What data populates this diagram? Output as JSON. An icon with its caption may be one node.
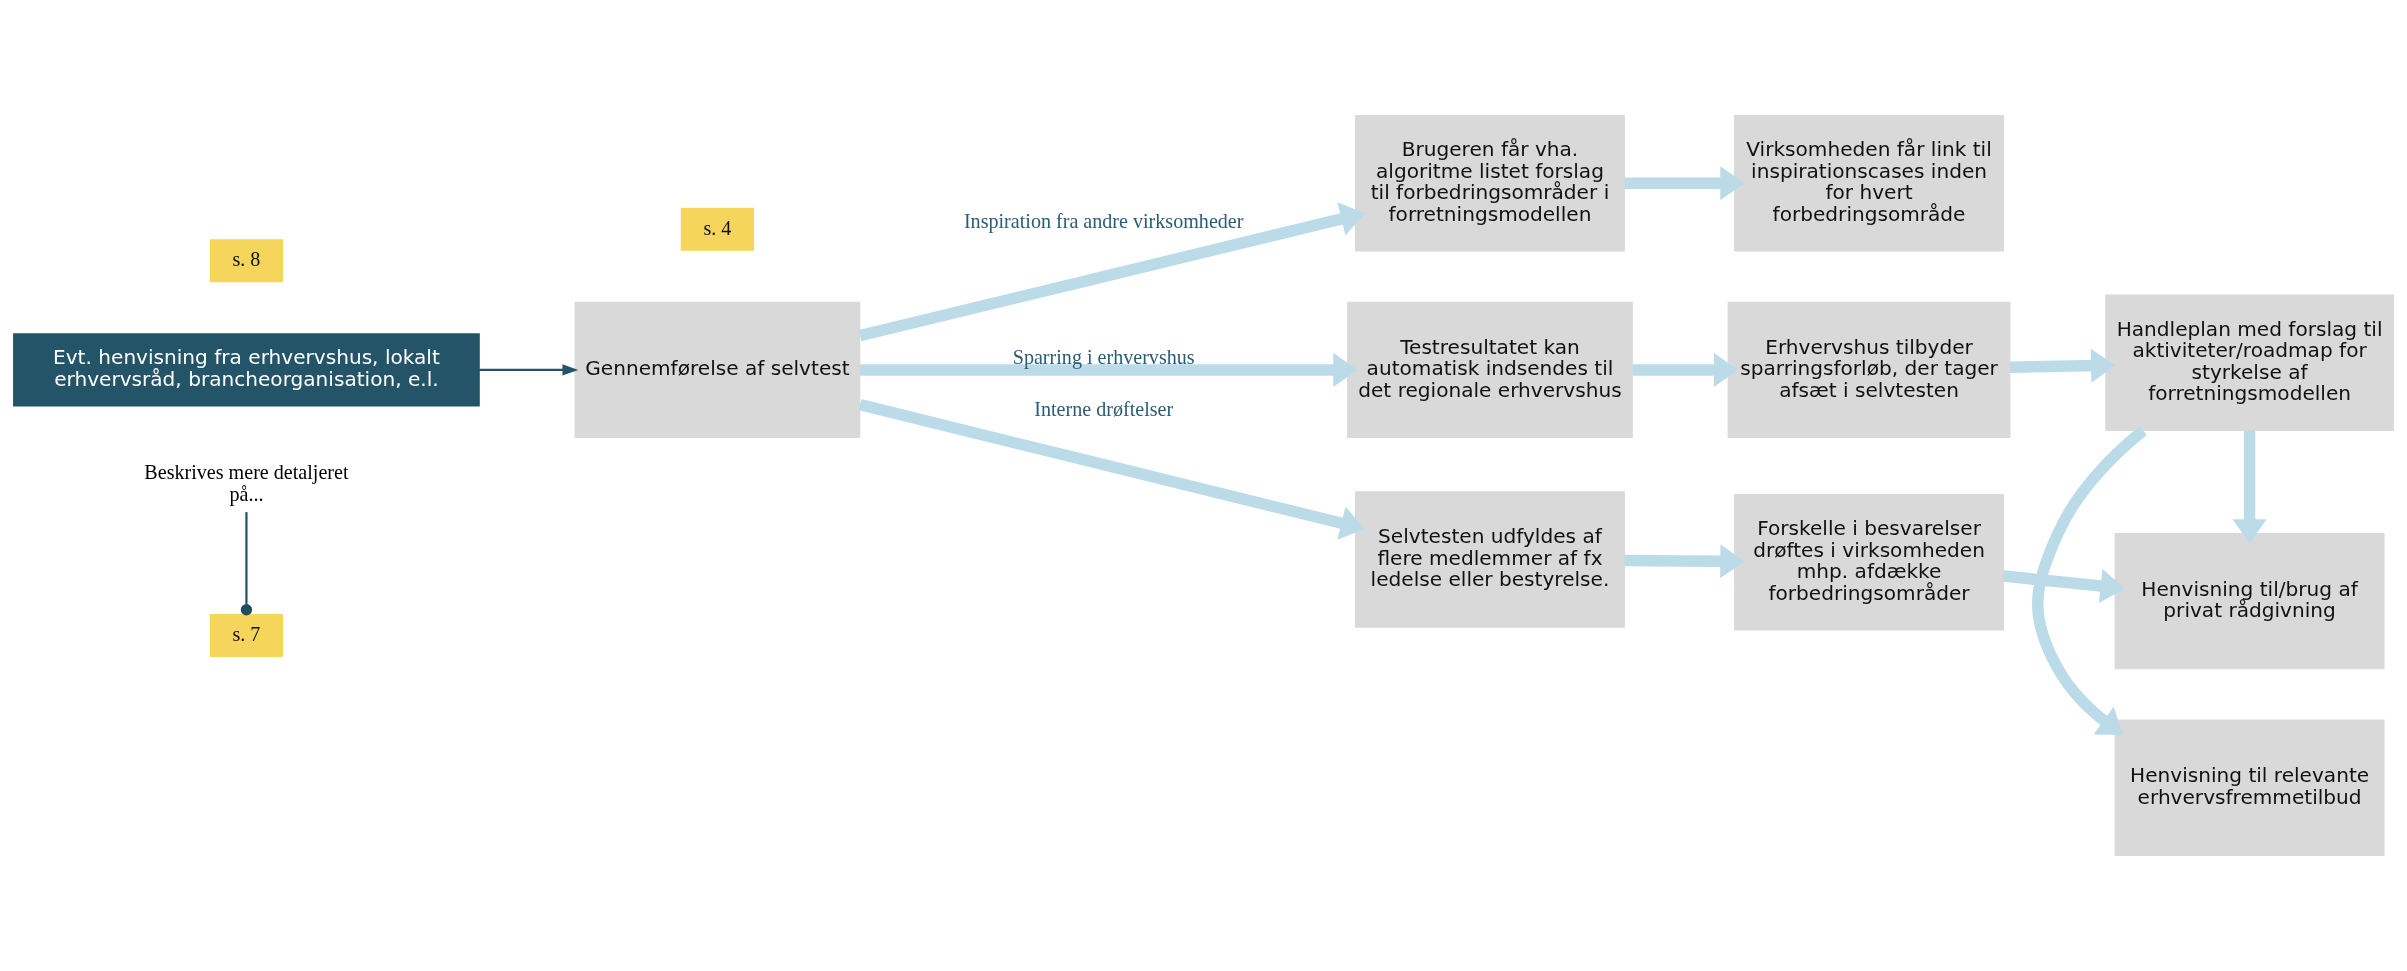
{
  "diagram": {
    "nodes": [
      {
        "text": [
          "Beskrives mere detaljeret på..."
        ]
      },
      {
        "text": [
          "Evt. henvisning fra erhvervshus, lokalt erhvervsråd, brancheorganisation, e.l."
        ]
      },
      {
        "text": [
          "s. 4"
        ]
      },
      {
        "text": [
          "Gennemførelse af selvtest"
        ]
      },
      {
        "text": [
          "s. 7"
        ]
      },
      {
        "text": [
          "s. 8"
        ]
      },
      {
        "text": [
          "Brugeren får vha. algoritme listet forslag til forbedringsområder i forretningsmodellen"
        ]
      },
      {
        "text": [
          "Virksomheden får link til inspirationscases inden for hvert forbedringsområde"
        ]
      },
      {
        "text": [
          "Henvisning til relevante erhvervsfremmetilbud"
        ]
      },
      {
        "text": [
          "Testresultatet kan automatisk indsendes til det regionale erhvervshus"
        ]
      },
      {
        "text": [
          "Erhvervshus tilbyder sparringsforløb, der tager afsæt i selvtesten"
        ]
      },
      {
        "text": [
          "Handleplan med forslag til aktiviteter/roadmap for styrkelse af forretningsmodellen"
        ]
      },
      {
        "text": [
          "Selvtesten udfyldes af flere medlemmer af fx ledelse eller bestyrelse."
        ]
      },
      {
        "text": [
          "Forskelle i besvarelser drøftes i virksomheden mhp. afdække forbedringsområder"
        ]
      },
      {
        "text": [
          "Henvisning til/brug af privat rådgivning"
        ]
      }
    ],
    "edges": [
      {
        "from": 0,
        "to": 4,
        "arrow": "other",
        "color": "#1f4e63"
      },
      {
        "from": 1,
        "to": 3,
        "arrow": "to",
        "color": "#235468"
      },
      {
        "from": 3,
        "to": 6,
        "arrow": "to",
        "label": "Inspiration fra andre virksomheder"
      },
      {
        "from": 3,
        "to": 9,
        "arrow": "to",
        "label": "Sparring i erhvervshus"
      },
      {
        "from": 3,
        "to": 12,
        "arrow": "to",
        "label": "Interne drøftelser"
      },
      {
        "from": 6,
        "to": 7,
        "arrow": "to"
      },
      {
        "from": 9,
        "to": 10,
        "arrow": "to"
      },
      {
        "from": 10,
        "to": 11,
        "arrow": "to"
      },
      {
        "from": 11,
        "to": 8,
        "arrow": "to"
      },
      {
        "from": 11,
        "to": 14,
        "arrow": "to"
      },
      {
        "from": 12,
        "to": 13,
        "arrow": "to"
      },
      {
        "from": 13,
        "to": 14,
        "arrow": "to"
      }
    ]
  }
}
